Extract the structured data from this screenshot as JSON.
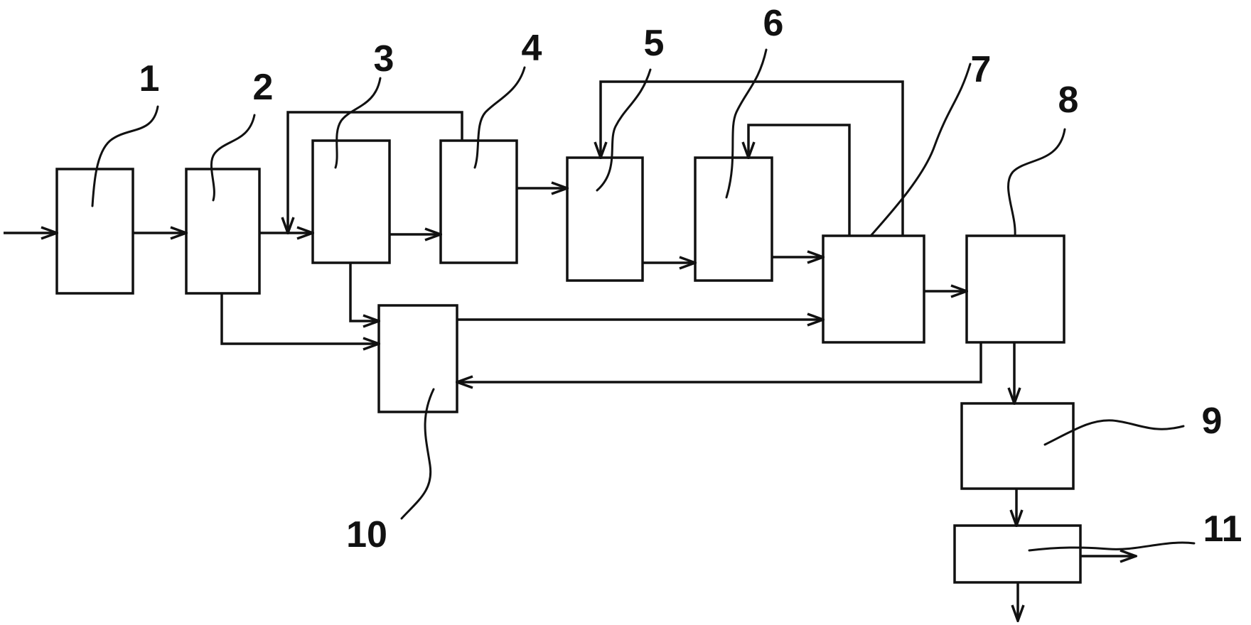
{
  "blocks": [
    {
      "id": "1",
      "label": "1"
    },
    {
      "id": "2",
      "label": "2"
    },
    {
      "id": "3",
      "label": "3"
    },
    {
      "id": "4",
      "label": "4"
    },
    {
      "id": "5",
      "label": "5"
    },
    {
      "id": "6",
      "label": "6"
    },
    {
      "id": "7",
      "label": "7"
    },
    {
      "id": "8",
      "label": "8"
    },
    {
      "id": "9",
      "label": "9"
    },
    {
      "id": "10",
      "label": "10"
    },
    {
      "id": "11",
      "label": "11"
    }
  ],
  "connections": [
    {
      "from": "input",
      "to": "1"
    },
    {
      "from": "1",
      "to": "2"
    },
    {
      "from": "2",
      "to": "3"
    },
    {
      "from": "2",
      "to": "10"
    },
    {
      "from": "3",
      "to": "4"
    },
    {
      "from": "3",
      "to": "10"
    },
    {
      "from": "4",
      "to": "3"
    },
    {
      "from": "4",
      "to": "5"
    },
    {
      "from": "5",
      "to": "6"
    },
    {
      "from": "6",
      "to": "7"
    },
    {
      "from": "7",
      "to": "5"
    },
    {
      "from": "7",
      "to": "6"
    },
    {
      "from": "7",
      "to": "8"
    },
    {
      "from": "10",
      "to": "7"
    },
    {
      "from": "8",
      "to": "10"
    },
    {
      "from": "8",
      "to": "9"
    },
    {
      "from": "9",
      "to": "11"
    },
    {
      "from": "11",
      "to": "output"
    },
    {
      "from": "11",
      "to": "output"
    }
  ]
}
